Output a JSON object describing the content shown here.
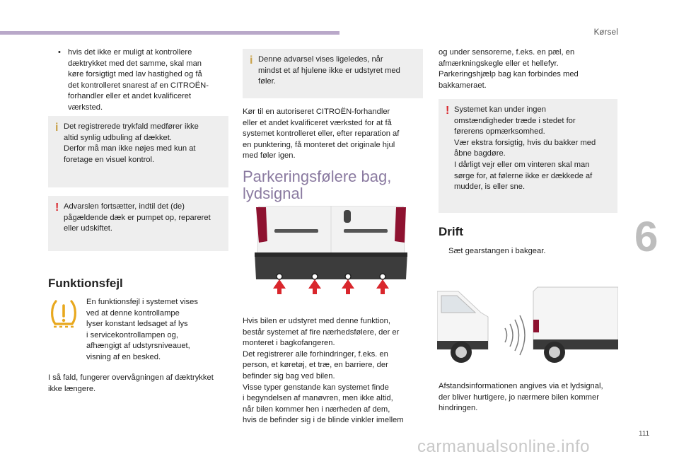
{
  "header": {
    "section": "Kørsel",
    "chapter_number": "6",
    "page_number": "111"
  },
  "watermark": "carmanualsonline.info",
  "col1": {
    "bullet": {
      "symbol": "•",
      "lines": [
        "hvis det ikke er muligt at kontrollere",
        "dæktrykket med det samme, skal man",
        "køre forsigtigt med lav hastighed og få",
        "det kontrolleret snarest af en CITROËN-",
        "forhandler eller et andet kvalificeret",
        "værksted."
      ]
    },
    "info_box": {
      "lines": [
        "Det registrerede trykfald medfører ikke",
        "altid synlig udbuling af dækket.",
        "Derfor må man ikke nøjes med kun at",
        "foretage en visuel kontrol."
      ]
    },
    "warn_box": {
      "lines": [
        "Advarslen fortsætter, indtil det (de)",
        "pågældende dæk er pumpet op, repareret",
        "eller udskiftet."
      ]
    },
    "fault_heading": "Funktionsfejl",
    "fault_text": [
      "En funktionsfejl i systemet vises",
      "ved at denne kontrollampe",
      "lyser konstant ledsaget af lys",
      "i servicekontrollampen og,",
      "afhængigt af udstyrsniveauet,",
      "visning af en besked."
    ],
    "after_text": [
      "I så fald, fungerer overvågningen af dæktrykket",
      "ikke længere."
    ]
  },
  "col2": {
    "info_box": {
      "lines": [
        "Denne advarsel vises ligeledes, når",
        "mindst et af hjulene ikke er udstyret med",
        "føler."
      ]
    },
    "para1": [
      "Kør til en autoriseret CITROËN-forhandler",
      "eller et andet kvalificeret værksted for at få",
      "systemet kontrolleret eller, efter reparation af",
      "en punktering, få monteret det originale hjul",
      "med føler igen."
    ],
    "section_heading": [
      "Parkeringsfølere bag,",
      "lydsignal"
    ],
    "para2": [
      "Hvis bilen er udstyret med denne funktion,",
      "består systemet af fire nærhedsfølere, der er",
      "monteret i bagkofangeren.",
      "Det registrerer alle forhindringer, f.eks. en",
      "person, et køretøj, et træ, en barriere, der",
      "befinder sig bag ved bilen.",
      "Visse typer genstande kan systemet finde",
      "i begyndelsen af manøvren, men ikke altid,",
      "når bilen kommer hen i nærheden af dem,",
      "hvis de befinder sig i de blinde vinkler imellem"
    ]
  },
  "col3": {
    "para1": [
      "og under sensorerne, f.eks. en pæl, en",
      "afmærkningskegle eller et hellefyr.",
      "Parkeringshjælp bag kan forbindes med",
      "bakkameraet."
    ],
    "warn_box": {
      "lines": [
        "Systemet kan under ingen",
        "omstændigheder træde i stedet for",
        "førerens opmærksomhed.",
        "Vær ekstra forsigtig, hvis du bakker med",
        "åbne bagdøre.",
        "I dårligt vejr eller om vinteren skal man",
        "sørge for, at følerne ikke er dækkede af",
        "mudder, is eller sne."
      ]
    },
    "drift_heading": "Drift",
    "step": {
      "symbol": "",
      "text": "Sæt gearstangen i bakgear."
    },
    "para2": [
      "Afstandsinformationen angives via et lydsignal,",
      "der bliver hurtigere, jo nærmere bilen kommer",
      "hindringen."
    ]
  },
  "icons": {
    "info_mark": "i",
    "warn_mark": "!",
    "tpms_warning_icon": "tire-pressure-fault-icon",
    "van_rear_illustration": "van-rear-sensors-illustration",
    "van_reversing_illustration": "van-reversing-illustration"
  },
  "colors": {
    "accent_bar": "#b9a8c9",
    "heading_purple": "#8a7aa0",
    "warn_red": "#d9262c",
    "info_gold": "#c9a24a",
    "box_gray": "#eeeeee"
  }
}
